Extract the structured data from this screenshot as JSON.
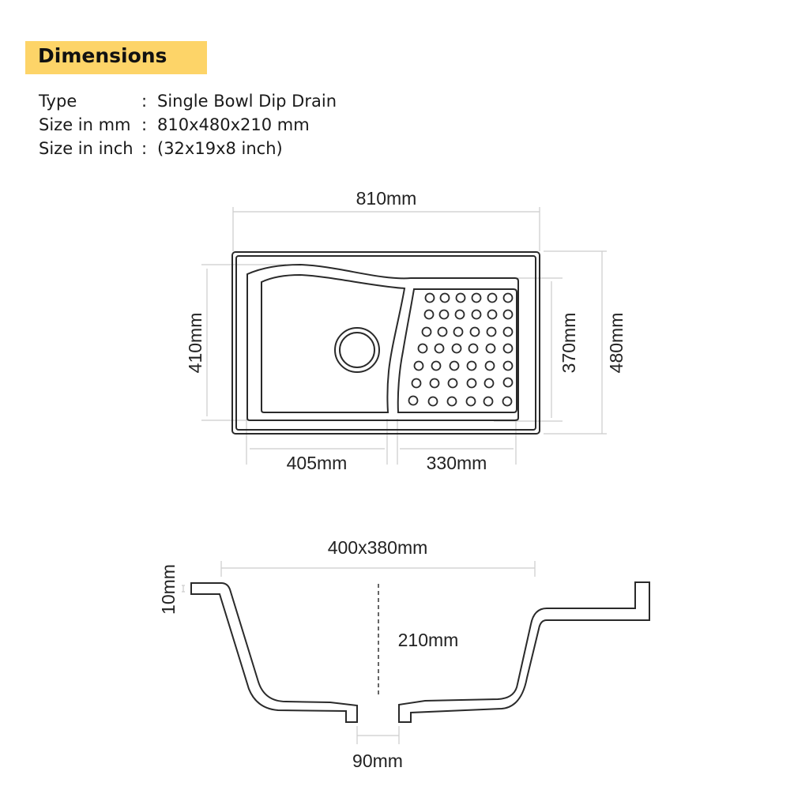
{
  "header": {
    "title": "Dimensions",
    "banner_color": "#fdd468"
  },
  "specs": [
    {
      "label": "Type",
      "separator": ":",
      "value": "Single Bowl Dip Drain"
    },
    {
      "label": "Size in mm",
      "separator": ":",
      "value": "810x480x210 mm"
    },
    {
      "label": "Size in inch",
      "separator": ":",
      "value": "(32x19x8 inch)"
    }
  ],
  "top_view": {
    "overall_width": "810mm",
    "overall_depth": "480mm",
    "bowl_depth": "410mm",
    "drainboard_depth": "370mm",
    "bowl_width": "405mm",
    "drainboard_width": "330mm",
    "drainboard_holes": {
      "rows": 7,
      "columns": 6
    }
  },
  "section_view": {
    "bowl_size": "400x380mm",
    "bowl_height": "210mm",
    "rim_thickness": "10mm",
    "drain_opening": "90mm"
  },
  "colors": {
    "outline": "#2a2a2a",
    "dimension_line": "#c8c8c8",
    "text": "#222222"
  }
}
